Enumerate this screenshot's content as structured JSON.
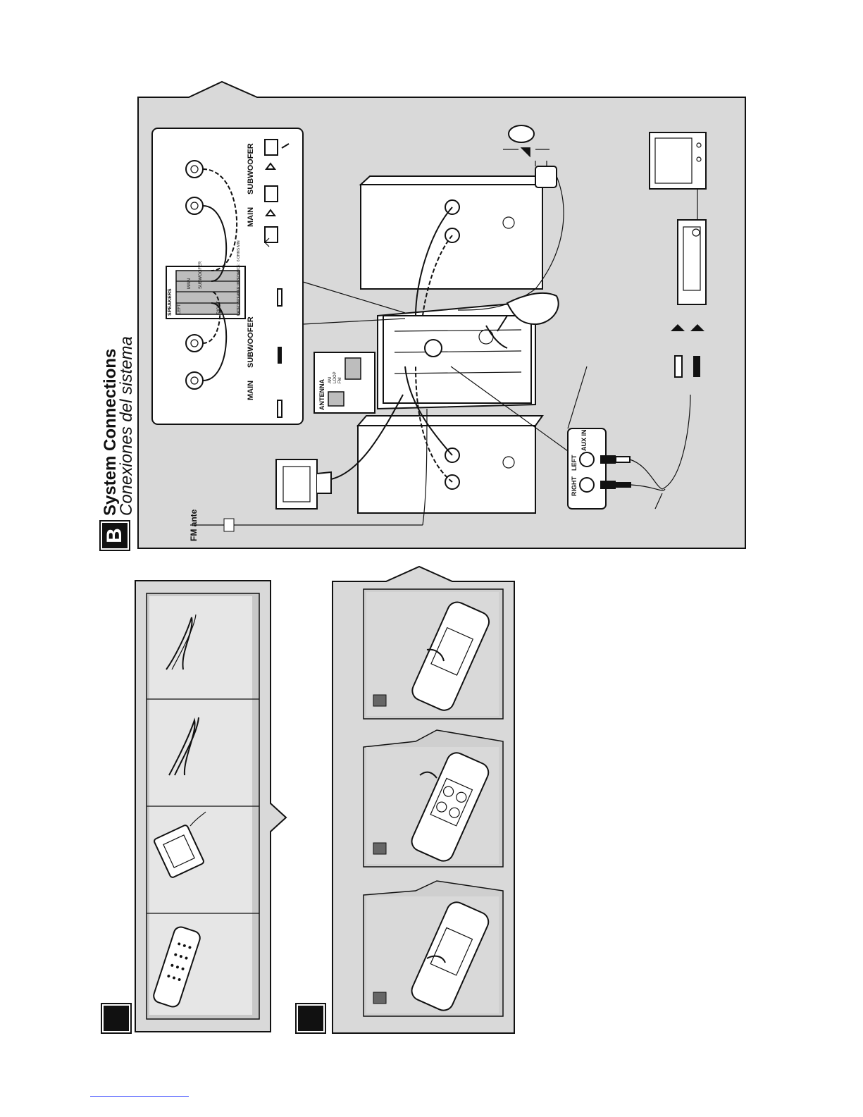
{
  "section_b": {
    "badge": "B",
    "title": "System Connections",
    "subtitle": "Conexiones del sistema"
  },
  "diagram": {
    "fm_antenna_label": "FM ante",
    "inset_left": {
      "main": "MAIN",
      "subwoofer": "SUBWOOFER"
    },
    "inset_right": {
      "main": "MAIN",
      "subwoofer": "SUBWOOFER"
    },
    "terminal_block": {
      "speakers": "SPEAKERS",
      "left": "LEFT",
      "right": "RIGHT",
      "main": "MAIN",
      "subwoofer": "SUBWOOFER",
      "rated_impedance": "RATED SPEAKER IMPEDANCE : 6 OHMS MIN"
    },
    "antenna_box": {
      "title": "ANTENNA",
      "am": "AM",
      "loop": "LOOP",
      "fm": "FM"
    },
    "aux_box": {
      "right": "RIGHT",
      "left": "LEFT",
      "aux_in": "AUX IN"
    }
  },
  "accessories_badge": "",
  "battery_badge": ""
}
